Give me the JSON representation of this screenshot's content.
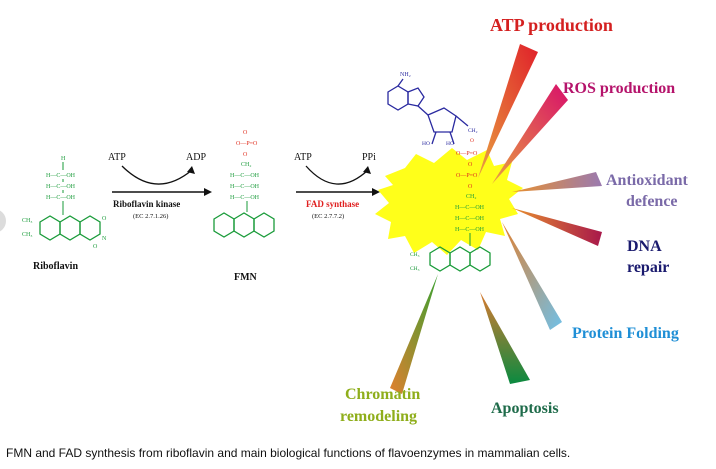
{
  "riboflavin": {
    "label": "Riboflavin",
    "ribityl_rows": [
      "H—C—OH",
      "H—C—OH",
      "H—C—OH"
    ],
    "top": "H",
    "ring_labels": [
      "CH₃",
      "CH₃",
      "N",
      "N",
      "O",
      "N",
      "H",
      "O"
    ]
  },
  "step1": {
    "left": "ATP",
    "right": "ADP",
    "enzyme": "Riboflavin kinase",
    "ec": "(EC 2.7.1.26)"
  },
  "fmn": {
    "label": "FMN",
    "phosphate": [
      "O",
      "O—P=O",
      "O",
      "CH₂"
    ],
    "ribityl_rows": [
      "H—C—OH",
      "H—C—OH",
      "H—C—OH"
    ]
  },
  "step2": {
    "left": "ATP",
    "right": "PPi",
    "enzyme": "FAD synthase",
    "ec": "(EC 2.7.7.2)"
  },
  "fad": {
    "adenine_nh2": "NH₂",
    "phosphate_rows": [
      "O—P=O",
      "O",
      "O—P=O",
      "O"
    ],
    "ribityl_rows": [
      "H—C—OH",
      "H—C—OH",
      "H—C—OH"
    ]
  },
  "functions": [
    {
      "label": "ATP production",
      "color": "#d42020"
    },
    {
      "label": "ROS production",
      "color": "#b5136b"
    },
    {
      "label": "Antioxidant defence",
      "color": "#7a6aa8"
    },
    {
      "label": "DNA repair",
      "color": "#1a1a6e"
    },
    {
      "label": "Protein Folding",
      "color": "#1f8fd6"
    },
    {
      "label": "Apoptosis",
      "color": "#1e6b4a"
    },
    {
      "label": "Chromatin remodeling",
      "color": "#8fae1b"
    }
  ],
  "caption": "FMN and FAD synthesis from riboflavin and main biological functions of flavoenzymes in mammalian cells."
}
